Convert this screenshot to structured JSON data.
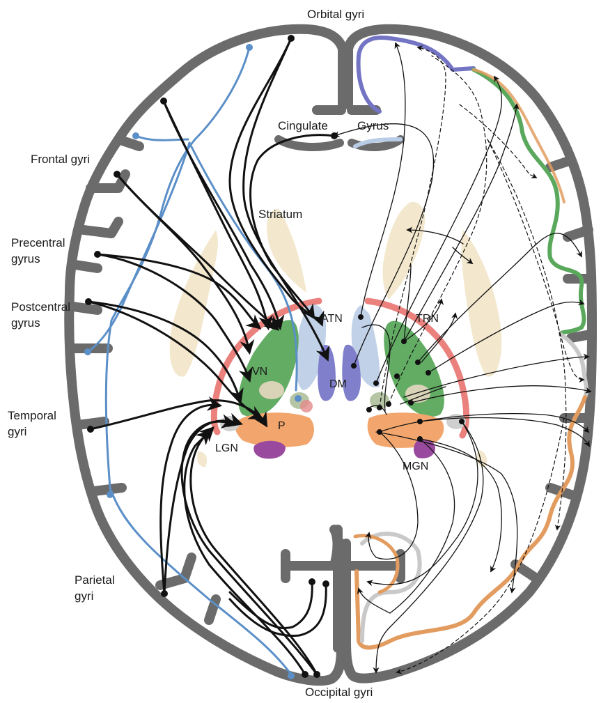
{
  "labels": {
    "orbital": "Orbital gyri",
    "cingulate": "Cingulate",
    "gyrus": "Gyrus",
    "frontal": "Frontal gyri",
    "striatum": "Striatum",
    "precentral_1": "Precentral",
    "precentral_2": "gyrus",
    "postcentral_1": "Postcentral",
    "postcentral_2": "gyrus",
    "temporal_1": "Temporal",
    "temporal_2": "gyri",
    "parietal_1": "Parietal",
    "parietal_2": "gyri",
    "occipital": "Occipital gyri",
    "atn": "ATN",
    "trn": "TRN",
    "vn": "VN",
    "dm": "DM",
    "p": "P",
    "lgn": "LGN",
    "mgn": "MGN"
  },
  "colors": {
    "cortex": "#6b6b6b",
    "striatum": "#f1e4c4",
    "trn_shell": "#e8736f",
    "vn": "#5aa85c",
    "dm": "#7f7fcb",
    "atn": "#b9cce6",
    "pulvinar": "#f2a66d",
    "geniculate": "#9a4a9e",
    "lgn_body": "#cfcfcf",
    "blue_path": "#5b8fc7",
    "orbital_path": "#7474c4",
    "green_path": "#5aa85c",
    "orange_path": "#e39c5f",
    "grey_path": "#c9c9c9",
    "fiber": "#111111"
  }
}
